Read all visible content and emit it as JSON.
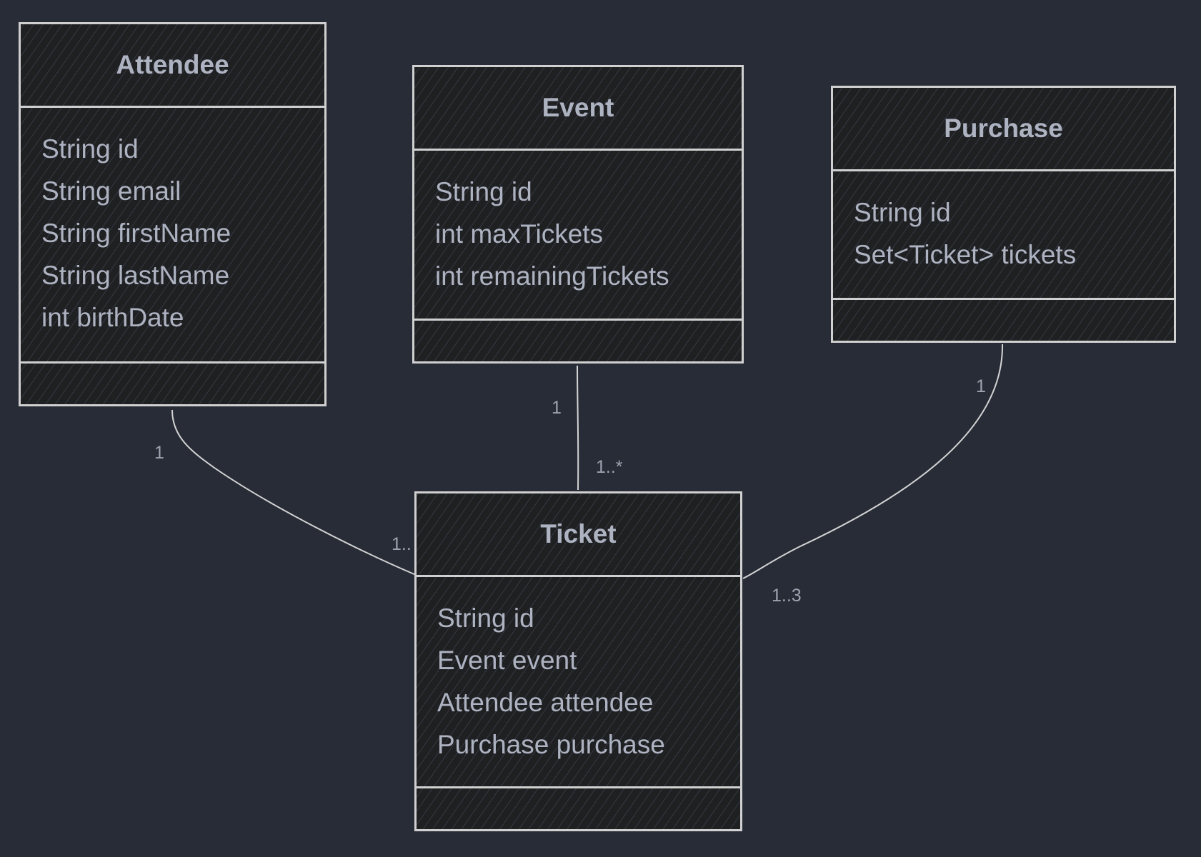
{
  "classes": {
    "attendee": {
      "name": "Attendee",
      "attributes": [
        "String id",
        "String email",
        "String firstName",
        "String lastName",
        "int birthDate"
      ]
    },
    "event": {
      "name": "Event",
      "attributes": [
        "String id",
        "int maxTickets",
        "int remainingTickets"
      ]
    },
    "purchase": {
      "name": "Purchase",
      "attributes": [
        "String id",
        "Set<Ticket> tickets"
      ]
    },
    "ticket": {
      "name": "Ticket",
      "attributes": [
        "String id",
        "Event event",
        "Attendee attendee",
        "Purchase purchase"
      ]
    }
  },
  "associations": {
    "attendee_ticket": {
      "from_mult": "1",
      "to_mult": "1.."
    },
    "event_ticket": {
      "from_mult": "1",
      "to_mult": "1..*"
    },
    "purchase_ticket": {
      "from_mult": "1",
      "to_mult": "1..3"
    }
  },
  "colors": {
    "background": "#282c37",
    "box_fill": "#1f2022",
    "stroke": "#d0d0d0",
    "text": "#aeb3c2"
  }
}
